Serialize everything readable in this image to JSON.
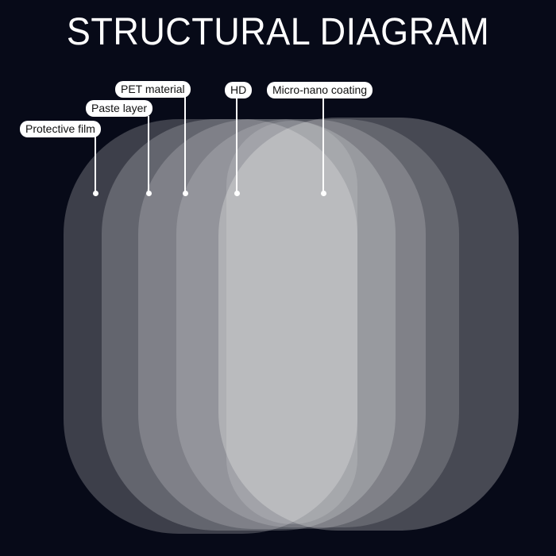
{
  "title": "STRUCTURAL DIAGRAM",
  "colors": {
    "background": "#070a18",
    "label_bg": "#ffffff",
    "label_text": "#111111",
    "layer_fill": "#ffffff"
  },
  "layers": [
    {
      "label": "Protective film"
    },
    {
      "label": "Paste layer"
    },
    {
      "label": "PET material"
    },
    {
      "label": "HD"
    },
    {
      "label": "Micro-nano coating"
    }
  ]
}
